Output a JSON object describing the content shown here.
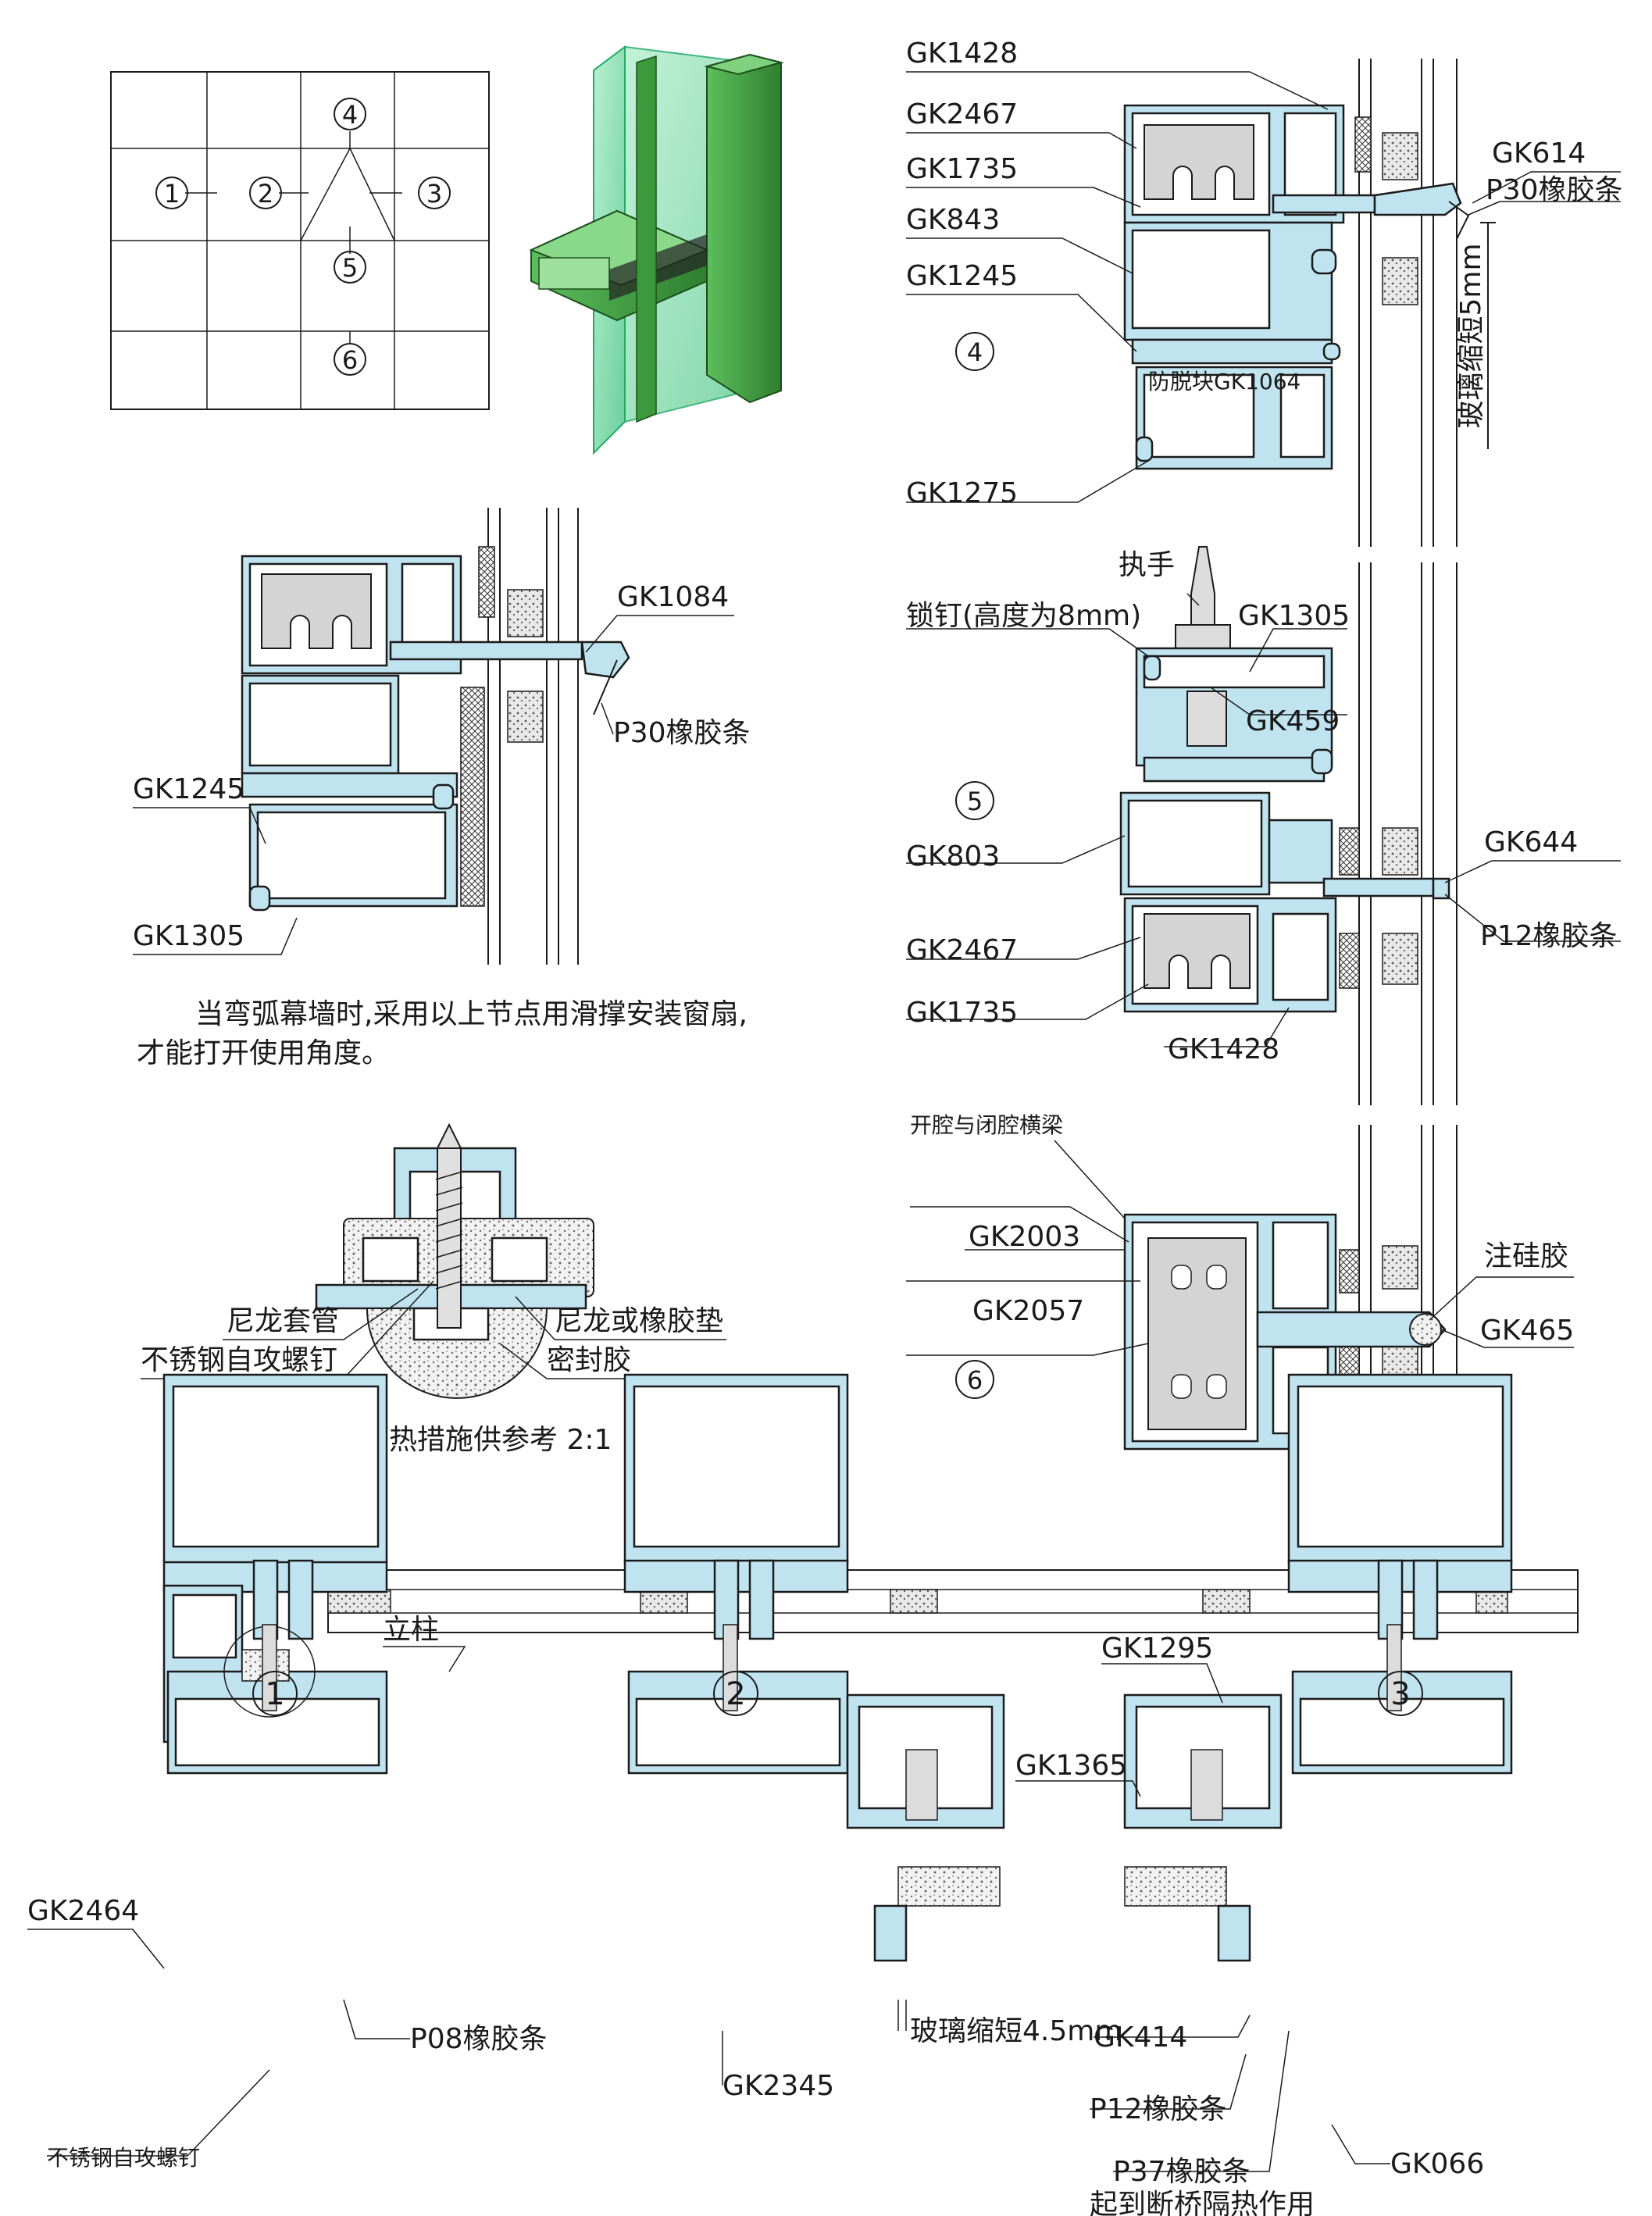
{
  "elevation_numbers": [
    "1",
    "2",
    "3",
    "4",
    "5",
    "6"
  ],
  "detail4": {
    "number": "4",
    "labels": [
      "GK1428",
      "GK2467",
      "GK1735",
      "GK843",
      "GK1245",
      "GK1275",
      "GK614",
      "P30橡胶条",
      "防脱块GK1064",
      "玻璃缩短5mm"
    ]
  },
  "detail5": {
    "number": "5",
    "labels": [
      "执手",
      "锁钉(高度为8mm)",
      "GK1305",
      "GK459",
      "GK803",
      "GK2467",
      "GK1735",
      "GK1428",
      "GK644",
      "P12橡胶条"
    ]
  },
  "detail6": {
    "number": "6",
    "labels": [
      "开腔与闭腔横梁",
      "GK2003",
      "GK2057",
      "注硅胶",
      "GK465"
    ]
  },
  "side_detail": {
    "labels": [
      "GK1084",
      "P30橡胶条",
      "GK1245",
      "GK1305"
    ],
    "note_line1": "当弯弧幕墙时,采用以上节点用滑撑安装窗扇,",
    "note_line2": "才能打开使用角度。"
  },
  "screw_detail": {
    "labels": [
      "尼龙套管",
      "尼龙或橡胶垫",
      "不锈钢自攻螺钉",
      "密封胶"
    ],
    "caption": "螺钉隔热措施供参考 2:1"
  },
  "bottom": {
    "numbers": [
      "1",
      "2",
      "3"
    ],
    "labels": {
      "mullion": "立柱",
      "gk2464": "GK2464",
      "p08": "P08橡胶条",
      "screw": "不锈钢自攻螺钉",
      "gk2345": "GK2345",
      "gk1295": "GK1295",
      "gk1365": "GK1365",
      "glass_short": "玻璃缩短4.5mm",
      "gk414": "GK414",
      "p12": "P12橡胶条",
      "p37": "P37橡胶条",
      "thermal": "起到断桥隔热作用",
      "gk066": "GK066"
    }
  },
  "colors": {
    "profile_fill": "#bfe3ef",
    "iso_green": "#4fae4f",
    "glass_green": "#8fe0b5"
  }
}
